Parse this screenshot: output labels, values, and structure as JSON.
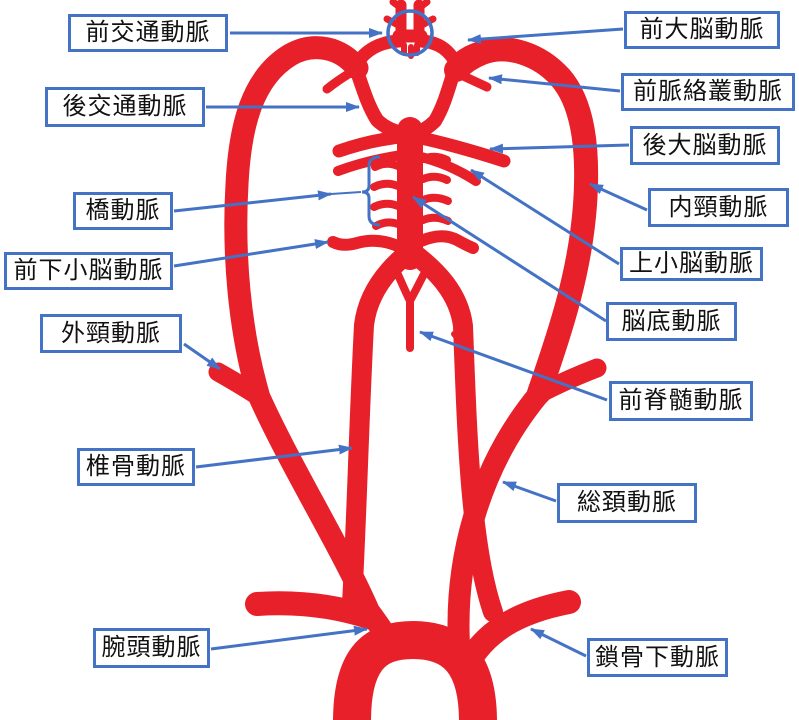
{
  "diagram": {
    "description": "Cerebral arterial circulation (Circle of Willis) labeled diagram",
    "colors": {
      "artery_red": "#E8202A",
      "label_blue": "#4472C4",
      "background": "#FFFFFF",
      "text": "#111111"
    },
    "labels": [
      {
        "id": "anterior-communicating-artery",
        "text": "前交通動脈"
      },
      {
        "id": "posterior-communicating-artery",
        "text": "後交通動脈"
      },
      {
        "id": "pontine-arteries",
        "text": "橋動脈"
      },
      {
        "id": "anterior-inferior-cerebellar-artery",
        "text": "前下小脳動脈"
      },
      {
        "id": "external-carotid-artery",
        "text": "外頸動脈"
      },
      {
        "id": "vertebral-artery",
        "text": "椎骨動脈"
      },
      {
        "id": "brachiocephalic-artery",
        "text": "腕頭動脈"
      },
      {
        "id": "anterior-cerebral-artery",
        "text": "前大脳動脈"
      },
      {
        "id": "anterior-choroidal-artery",
        "text": "前脈絡叢動脈"
      },
      {
        "id": "posterior-cerebral-artery",
        "text": "後大脳動脈"
      },
      {
        "id": "internal-carotid-artery",
        "text": "内頸動脈"
      },
      {
        "id": "superior-cerebellar-artery",
        "text": "上小脳動脈"
      },
      {
        "id": "basilar-artery",
        "text": "脳底動脈"
      },
      {
        "id": "anterior-spinal-artery",
        "text": "前脊髄動脈"
      },
      {
        "id": "common-carotid-artery",
        "text": "総頚動脈"
      },
      {
        "id": "subclavian-artery",
        "text": "鎖骨下動脈"
      }
    ]
  }
}
